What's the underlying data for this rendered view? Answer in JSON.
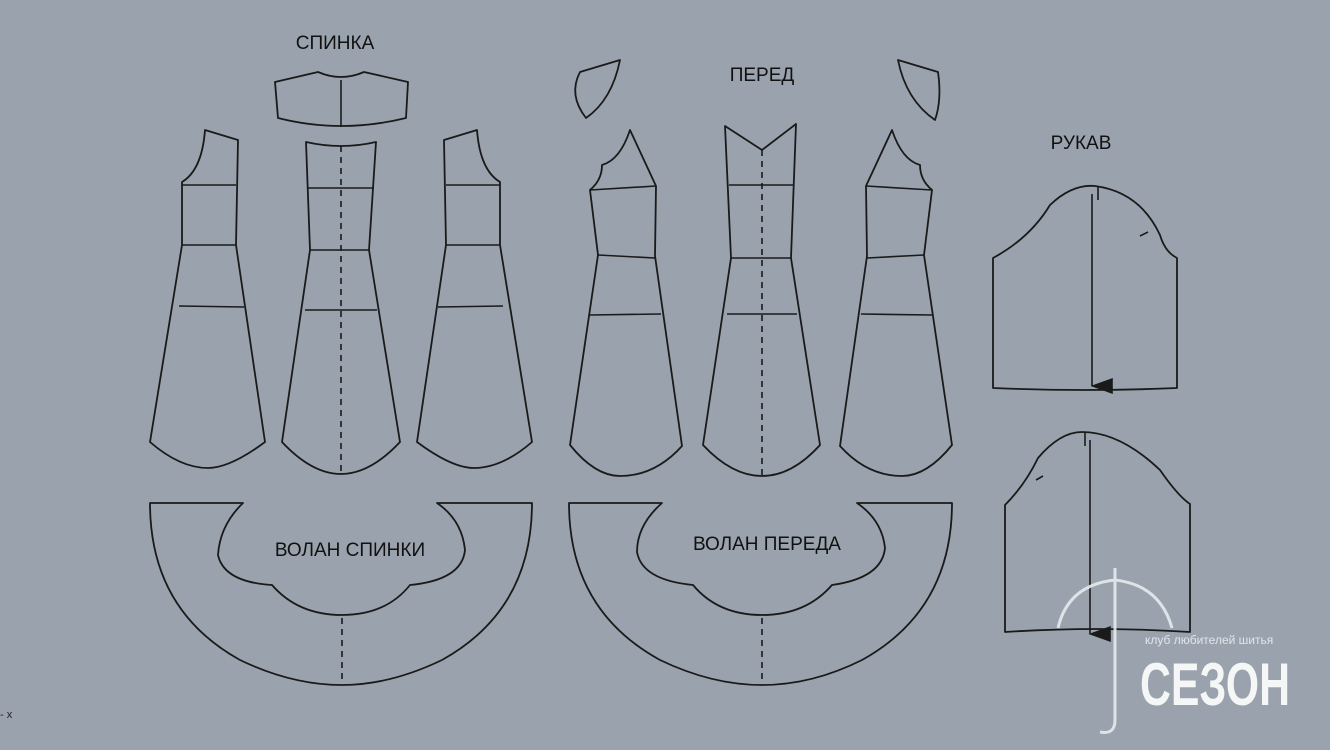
{
  "labels": {
    "back": "СПИНКА",
    "front": "ПЕРЕД",
    "sleeve": "РУКАВ",
    "back_flounce": "ВОЛАН СПИНКИ",
    "front_flounce": "ВОЛАН ПЕРЕДА"
  },
  "logo": {
    "tagline": "клуб любителей шитья",
    "name": "СЕЗОН"
  },
  "corner_mark": "- x",
  "colors": {
    "background": "#9aa3ad",
    "line": "#1a1a1a",
    "logo": "#ffffff"
  }
}
